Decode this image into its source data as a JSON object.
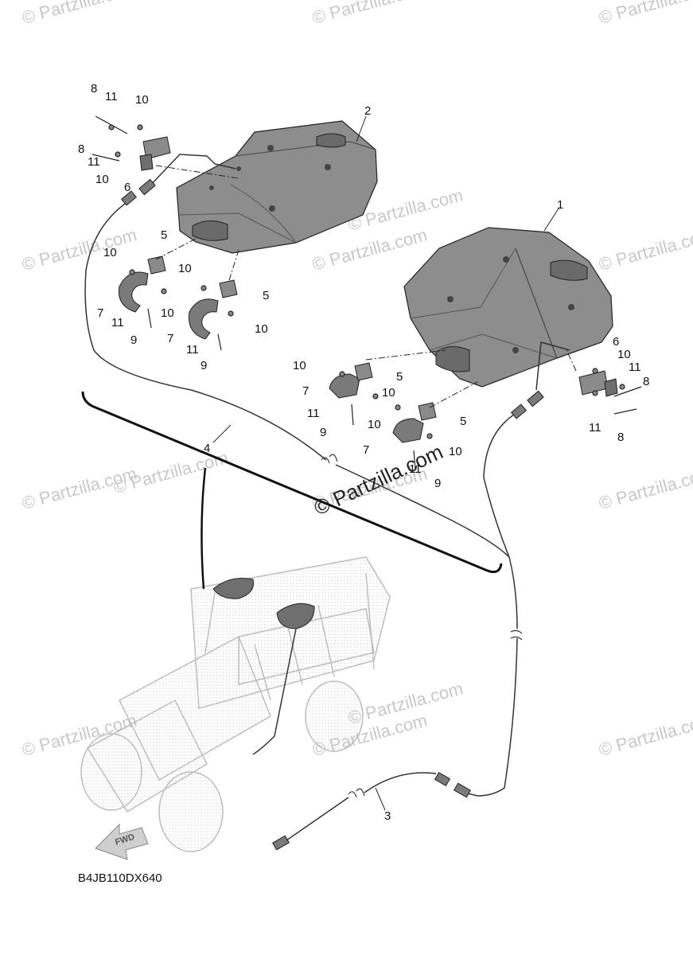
{
  "diagram": {
    "code": "B4JB110DX640",
    "fwd_label": "FWD",
    "watermark_center": "© Partzilla.com",
    "watermarks": [
      "© Partzilla.com",
      "© Partzilla.com",
      "© Partzilla.com",
      "© Partzilla.com",
      "© Partzilla.com",
      "© Partzilla.com",
      "© Partzilla.com",
      "© Partzilla.com",
      "© Partzilla.com",
      "© Partzilla.com",
      "© Partzilla.com",
      "© Partzilla.com",
      "© Partzilla.com",
      "© Partzilla.com",
      "© Partzilla.com"
    ],
    "callouts": [
      "1",
      "2",
      "3",
      "4",
      "5",
      "5",
      "5",
      "5",
      "6",
      "6",
      "7",
      "7",
      "7",
      "7",
      "8",
      "8",
      "8",
      "8",
      "9",
      "9",
      "9",
      "9",
      "10",
      "10",
      "10",
      "10",
      "10",
      "10",
      "10",
      "10",
      "10",
      "10",
      "10",
      "11",
      "11",
      "11",
      "11",
      "11",
      "11",
      "11",
      "11"
    ]
  },
  "colors": {
    "part_fill": "#8c8c8c",
    "part_dark": "#5e5e5e",
    "line": "#222222",
    "watermark": "#c8c8c8"
  }
}
